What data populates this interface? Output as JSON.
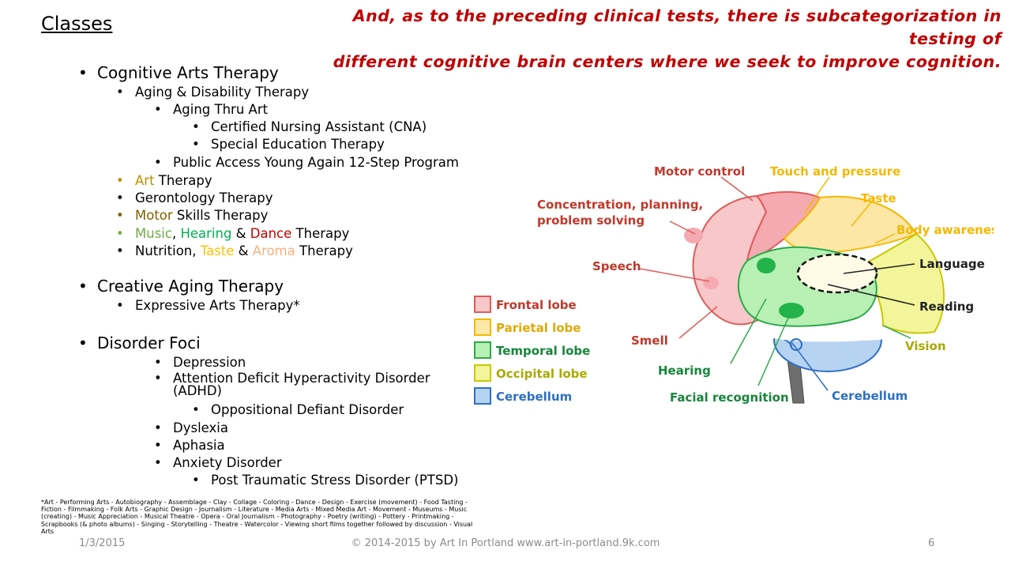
{
  "slide": {
    "title": "Classes",
    "headline_line1": "And, as to the preceding clinical tests, there is subcategorization in testing of",
    "headline_line2": "different cognitive brain centers where we seek to improve cognition.",
    "accent": "#c00000"
  },
  "outline": {
    "cat1": "Cognitive Arts Therapy",
    "aging_disability": "Aging & Disability Therapy",
    "aging_thru_art": "Aging Thru Art",
    "cna": "Certified Nursing Assistant (CNA)",
    "special_ed": "Special Education Therapy",
    "public_access": "Public Access Young Again 12-Step Program",
    "art_word": "Art",
    "art_rest": " Therapy",
    "gerontology": "Gerontology Therapy",
    "motor_word": "Motor",
    "motor_rest": " Skills Therapy",
    "music_word": "Music",
    "comma": ", ",
    "hearing_word": "Hearing",
    "amp1": " & ",
    "dance_word": "Dance",
    "therapy1": " Therapy",
    "nutrition_word": "Nutrition, ",
    "taste_word": "Taste",
    "amp2": " & ",
    "aroma_word": "Aroma",
    "therapy2": " Therapy",
    "cat2": "Creative Aging Therapy",
    "expressive": "Expressive Arts Therapy*",
    "cat3": "Disorder Foci",
    "depression": "Depression",
    "adhd_line1": "Attention Deficit Hyperactivity Disorder",
    "adhd_line2": "(ADHD)",
    "odd": "Oppositional Defiant Disorder",
    "dyslexia": "Dyslexia",
    "aphasia": "Aphasia",
    "anxiety": "Anxiety Disorder",
    "ptsd": "Post Traumatic Stress Disorder (PTSD)"
  },
  "footnote": "*Art - Performing Arts - Autobiography - Assemblage - Clay - Collage - Coloring - Dance - Design - Exercise (movement) - Food Tasting - Fiction - Filmmaking - Folk Arts - Graphic Design - Journalism - Literature - Media Arts - Mixed Media Art - Movement - Museums - Music (creating) - Music Appreciation - Musical Theatre - Opera - Oral Journalism - Photography - Poetry (writing) - Pottery - Printmaking - Scrapbooks (& photo albums) - Singing - Storytelling - Theatre - Watercolor - Viewing short films together followed by discussion - Visual Arts",
  "footer": {
    "date": "1/3/2015",
    "copyright": "© 2014-2015 by Art In Portland www.art-in-portland.9k.com",
    "page": "6"
  },
  "colors": {
    "art": "#bf8f00",
    "motor": "#7f6000",
    "music": "#70ad47",
    "hearing": "#00b050",
    "dance": "#c00000",
    "taste": "#ffc000",
    "aroma": "#f4b183"
  },
  "brain": {
    "labels": {
      "motor": "Motor control",
      "touch": "Touch and pressure",
      "taste": "Taste",
      "body": "Body awareness",
      "concentration1": "Concentration, planning,",
      "concentration2": "problem solving",
      "speech": "Speech",
      "language": "Language",
      "reading": "Reading",
      "smell": "Smell",
      "vision": "Vision",
      "hearing": "Hearing",
      "facial": "Facial recognition",
      "cerebellum": "Cerebellum"
    },
    "legend": [
      {
        "label": "Frontal lobe",
        "fill": "#f7c7c9",
        "stroke": "#e05a5a",
        "text": "#c0392b"
      },
      {
        "label": "Parietal lobe",
        "fill": "#fde7a6",
        "stroke": "#f5b800",
        "text": "#e3a800"
      },
      {
        "label": "Temporal lobe",
        "fill": "#b8f0b4",
        "stroke": "#2ca84a",
        "text": "#17853a"
      },
      {
        "label": "Occipital  lobe",
        "fill": "#f3f59a",
        "stroke": "#c8c800",
        "text": "#a9a900"
      },
      {
        "label": "Cerebellum",
        "fill": "#b7d3f2",
        "stroke": "#2e6fc4",
        "text": "#2e6fc4"
      }
    ]
  }
}
